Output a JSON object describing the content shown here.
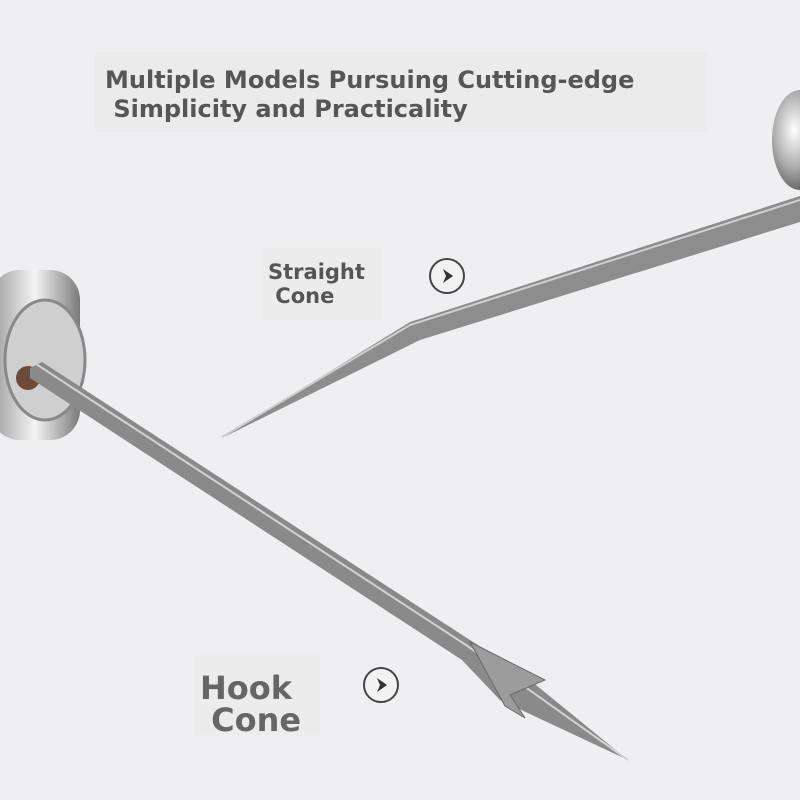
{
  "title": {
    "line1": "Multiple Models Pursuing Cutting-edge",
    "line2": " Simplicity and Practicality"
  },
  "labels": {
    "straight": {
      "line1": "Straight",
      "line2": " Cone"
    },
    "hook": {
      "line1": "Hook",
      "line2": " Cone"
    }
  },
  "icons": {
    "pointer": "chevron-right-circle-icon"
  },
  "colors": {
    "background": "#efeff1",
    "text": "#555555"
  }
}
